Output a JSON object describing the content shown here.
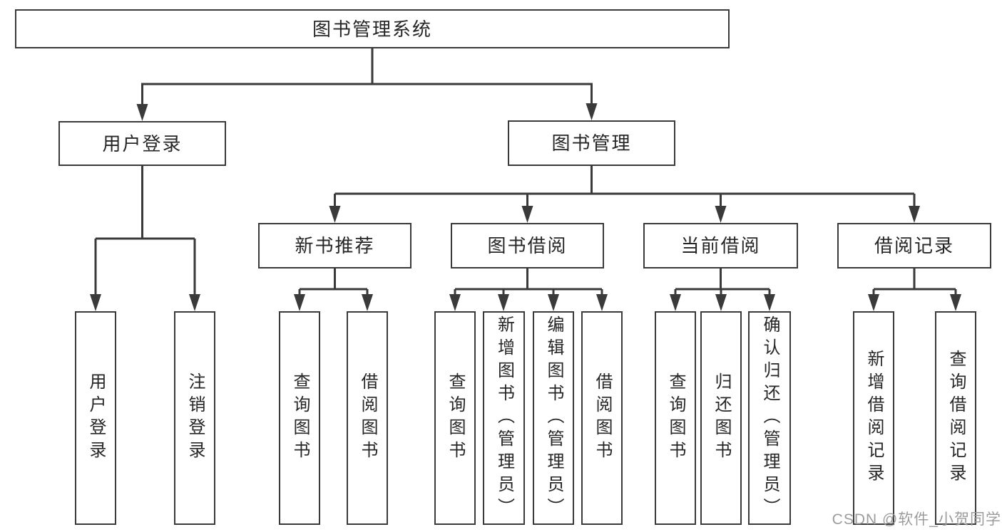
{
  "tree": {
    "label": "图书管理系统",
    "children": [
      {
        "label": "用户登录",
        "children": [
          {
            "label": "用户登录"
          },
          {
            "label": "注销登录"
          }
        ]
      },
      {
        "label": "图书管理",
        "children": [
          {
            "label": "新书推荐",
            "children": [
              {
                "label": "查询图书"
              },
              {
                "label": "借阅图书"
              }
            ]
          },
          {
            "label": "图书借阅",
            "children": [
              {
                "label": "查询图书"
              },
              {
                "label": "新增图书（管理员）"
              },
              {
                "label": "编辑图书（管理员）"
              },
              {
                "label": "借阅图书"
              }
            ]
          },
          {
            "label": "当前借阅",
            "children": [
              {
                "label": "查询图书"
              },
              {
                "label": "归还图书"
              },
              {
                "label": "确认归还（管理员）"
              }
            ]
          },
          {
            "label": "借阅记录",
            "children": [
              {
                "label": "新增借阅记录"
              },
              {
                "label": "查询借阅记录"
              }
            ]
          }
        ]
      }
    ]
  },
  "watermark": {
    "text": "CSDN @软件_小贺同学"
  },
  "colors": {
    "line": "#3a3a3a",
    "text": "#262626",
    "box_bg": "#ffffff",
    "page_bg": "#ffffff",
    "watermark": "#9c9c9c"
  }
}
